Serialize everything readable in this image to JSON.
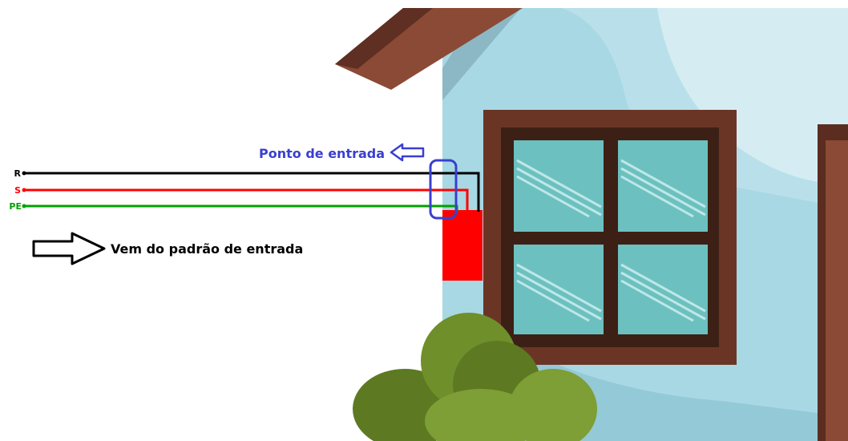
{
  "wires": [
    {
      "label": "R",
      "color": "#000000"
    },
    {
      "label": "S",
      "color": "#ff0000"
    },
    {
      "label": "PE",
      "color": "#00a000"
    }
  ],
  "annotations": {
    "entry_point": "Ponto de entrada",
    "from_service": "Vem do padrão de entrada"
  },
  "colors": {
    "wall": "#a8d8e4",
    "roof": "#8b4a36",
    "window_frame": "#5b2d20",
    "glass": "#6cc0c0",
    "bush": "#6a8a2a",
    "meter_box": "#ff0000",
    "highlight": "#3a3fcf"
  }
}
